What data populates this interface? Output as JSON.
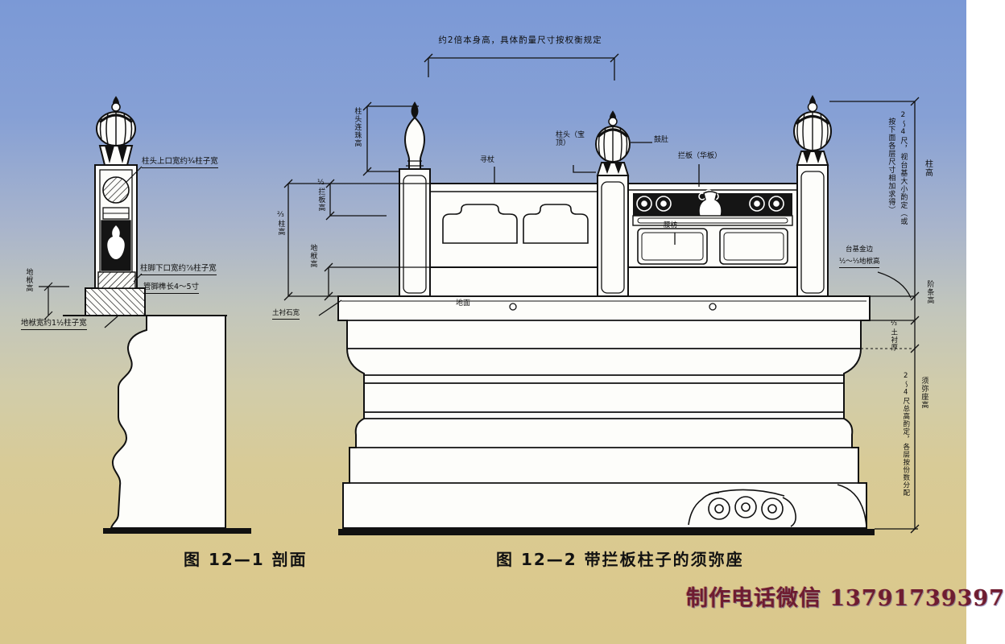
{
  "palette": {
    "ink": "#111111",
    "paper": "#fdfdfa",
    "bg_top": "#7b99d6",
    "bg_bottom": "#d9c88c",
    "watermark": "#6e1c31"
  },
  "figure1": {
    "caption": "图 12—1  剖面",
    "labels": {
      "head_width": "柱头上口宽约¾柱子宽",
      "foot_width": "柱脚下口宽约⅞柱子宽",
      "tenon_note": "管脚榫长4～5寸",
      "difu_width": "地栿宽约1½柱子宽",
      "difu_height": "地栿高"
    }
  },
  "figure2": {
    "caption": "图 12—2  带拦板柱子的须弥座",
    "top_note": "约2倍本身高，具体酌量尺寸按权衡规定",
    "labels": {
      "head_height": "柱头连珠高",
      "panel_height": "½拦板高",
      "pillar_height_left": "⅔柱高",
      "difu_height": "地栿高",
      "xunzhang": "寻杖",
      "pillar_head": "柱头（宝顶）",
      "bulb": "鼓肚",
      "lanban": "拦板（华板）",
      "yaofang": "腰枋",
      "ground": "地面",
      "tuchen_width": "土衬石宽",
      "pillar_height_right": "柱高",
      "note_right_col1": "2～4尺，视台基大小酌定（或",
      "note_right_col2": "按下面各层尺寸相加求得）",
      "jietiao_height": "阶条高",
      "jinbian_line1": "台基金边",
      "jinbian_line2": "½～⅓地栿高",
      "tuchen_thickness": "⅓土衬厚",
      "sumeru_height": "须弥座高",
      "note_bottom": "2～4尺总高酌定，各层按份数分配"
    }
  },
  "watermark": {
    "text": "制作电话微信 13791739397"
  }
}
